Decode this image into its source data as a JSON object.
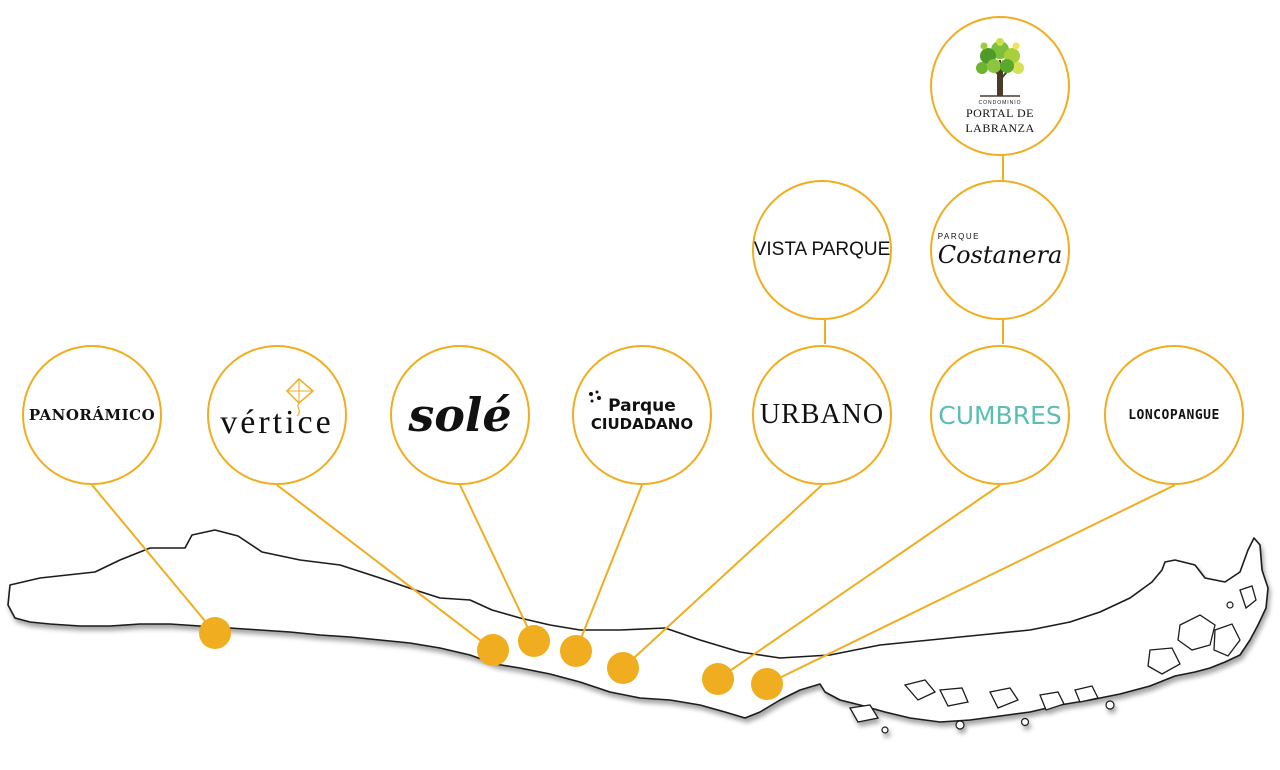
{
  "colors": {
    "accent": "#f0ad1f",
    "map_outline": "#1a1a1a",
    "cumbres_teal": "#5bbdb4",
    "tree_green": "#5aa82a"
  },
  "projects": {
    "panoramico": {
      "label": "PANORÁMICO"
    },
    "vertice": {
      "label": "vértice"
    },
    "sole": {
      "label": "solé"
    },
    "parque_ciudadano": {
      "line1": "Parque",
      "line2": "CIUDADANO"
    },
    "urbano": {
      "label": "URBANO"
    },
    "cumbres": {
      "label": "CUMBRES"
    },
    "loncopangue": {
      "label": "LONCOPANGUE"
    },
    "vista_parque": {
      "label": "VISTA PARQUE"
    },
    "costanera": {
      "prefix": "PARQUE",
      "label": "Costanera"
    },
    "portal_labranza": {
      "prefix": "CONDOMINIO",
      "label": "PORTAL DE LABRANZA",
      "icon": "tree-icon"
    }
  }
}
